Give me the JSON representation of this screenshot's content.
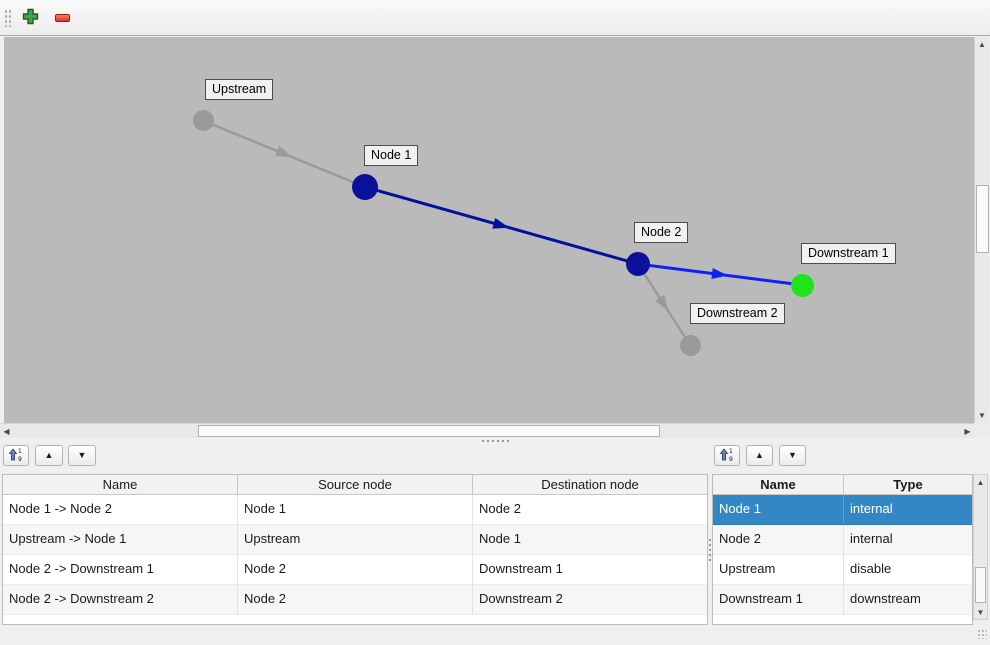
{
  "toolbar": {
    "add_tooltip": "add",
    "remove_tooltip": "remove"
  },
  "graph": {
    "nodes": [
      {
        "label": "Upstream",
        "color": "#9a9a9a"
      },
      {
        "label": "Node 1",
        "color": "#0b119b"
      },
      {
        "label": "Node 2",
        "color": "#0b119b"
      },
      {
        "label": "Downstream 1",
        "color": "#1fe41c"
      },
      {
        "label": "Downstream 2",
        "color": "#9a9a9a"
      }
    ],
    "edges": [
      {
        "name": "Upstream -> Node 1",
        "color": "#9a9a9a"
      },
      {
        "name": "Node 1 -> Node 2",
        "color": "#00129b"
      },
      {
        "name": "Node 2 -> Downstream 1",
        "color": "#1122f0"
      },
      {
        "name": "Node 2 -> Downstream 2",
        "color": "#9a9a9a"
      }
    ]
  },
  "edges_table": {
    "headers": [
      "Name",
      "Source node",
      "Destination node"
    ],
    "rows": [
      [
        "Node 1 -> Node 2",
        "Node 1",
        "Node 2"
      ],
      [
        "Upstream -> Node 1",
        "Upstream",
        "Node 1"
      ],
      [
        "Node 2 -> Downstream 1",
        "Node 2",
        "Downstream 1"
      ],
      [
        "Node 2 -> Downstream 2",
        "Node 2",
        "Downstream 2"
      ]
    ]
  },
  "nodes_table": {
    "headers": [
      "Name",
      "Type"
    ],
    "rows": [
      [
        "Node 1",
        "internal"
      ],
      [
        "Node 2",
        "internal"
      ],
      [
        "Upstream",
        "disable"
      ],
      [
        "Downstream 1",
        "downstream"
      ]
    ],
    "selected_row": "Node 1"
  },
  "colors": {
    "selection_blue": "#3487c5",
    "canvas_gray": "#bababa",
    "node_internal": "#0b119b",
    "node_downstream_green": "#1fe41c",
    "node_disabled_gray": "#9a9a9a",
    "edge_active_blue": "#1122f0"
  }
}
